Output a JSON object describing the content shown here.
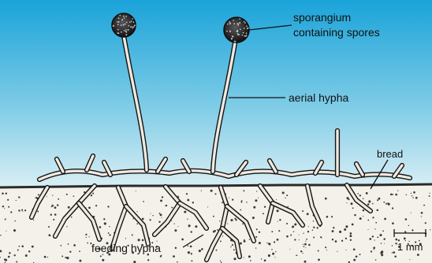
{
  "diagram": {
    "labels": {
      "sporangium_line1": "sporangium",
      "sporangium_line2": "containing spores",
      "aerial_hypha": "aerial hypha",
      "bread": "bread",
      "feeding_hypha": "feeding hypha",
      "scale": "1 mm"
    },
    "colors": {
      "sky_top": "#1aa3d9",
      "sky_bottom": "#dbeff5",
      "bread_surface": "#2a2a2a",
      "bread_fill": "#f4f1ea",
      "hypha_outline": "#141414",
      "hypha_fill": "#efe9df",
      "sporangium": "#1b1b1b"
    }
  }
}
